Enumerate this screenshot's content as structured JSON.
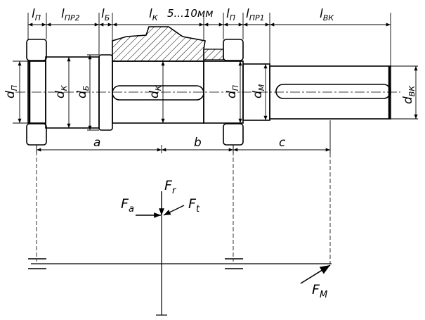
{
  "labels": {
    "l_p_left": {
      "base": "l",
      "sub": "П"
    },
    "l_pr2": {
      "base": "l",
      "sub": "ПР2"
    },
    "l_b": {
      "base": "l",
      "sub": "Б"
    },
    "l_k": {
      "base": "l",
      "sub": "К"
    },
    "gap": "5...10мм",
    "l_p_right": {
      "base": "l",
      "sub": "П"
    },
    "l_pr1": {
      "base": "l",
      "sub": "ПР1"
    },
    "l_vk": {
      "base": "l",
      "sub": "ВК"
    },
    "d_p_left": {
      "base": "d",
      "sub": "П"
    },
    "d_k_left": {
      "base": "d",
      "sub": "К"
    },
    "d_b": {
      "base": "d",
      "sub": "Б"
    },
    "d_k_mid": {
      "base": "d",
      "sub": "К"
    },
    "d_p_right": {
      "base": "d",
      "sub": "П"
    },
    "d_m": {
      "base": "d",
      "sub": "М"
    },
    "d_vk": {
      "base": "d",
      "sub": "ВК"
    },
    "a": "a",
    "b": "b",
    "c": "c",
    "F_a": {
      "base": "F",
      "sub": "a"
    },
    "F_r": {
      "base": "F",
      "sub": "r"
    },
    "F_t": {
      "base": "F",
      "sub": "t"
    },
    "F_M": {
      "base": "F",
      "sub": "M"
    }
  }
}
